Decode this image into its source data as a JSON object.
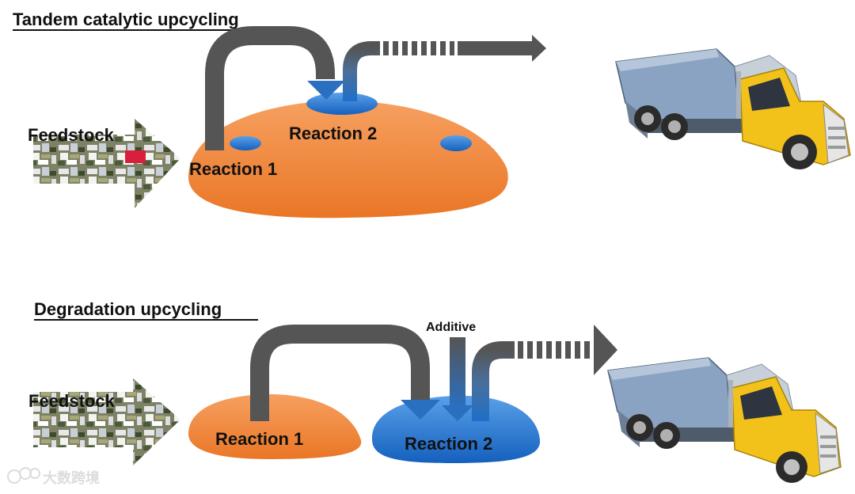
{
  "panels": [
    {
      "title": "Tandem catalytic upcycling",
      "feedstock_label": "Feedstock",
      "reaction1_label": "Reaction 1",
      "reaction2_label": "Reaction 2"
    },
    {
      "title": "Degradation upcycling",
      "feedstock_label": "Feedstock",
      "reaction1_label": "Reaction 1",
      "reaction2_label": "Reaction 2",
      "additive_label": "Additive"
    }
  ],
  "watermark": "大数跨境",
  "colors": {
    "catalyst_orange": "#ef7d2d",
    "catalyst_blue": "#1f6fc9",
    "arrow_gray": "#555555",
    "truck_body": "#7f98b7",
    "truck_cab": "#f2c21a"
  },
  "icons": [
    "feedstock-plastic-waste-arrow",
    "dump-truck-icon",
    "watermark-logo-icon"
  ]
}
